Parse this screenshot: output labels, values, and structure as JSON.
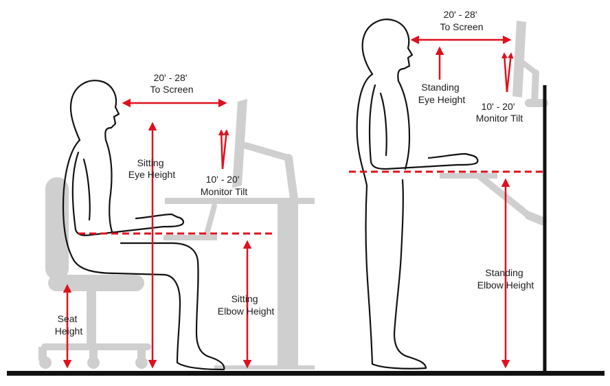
{
  "colors": {
    "accent": "#e0101c",
    "furniture": "#cfcfcf",
    "outline": "#111111",
    "floor": "#111111"
  },
  "sitting": {
    "distance_line1": "20' - 28'",
    "distance_line2": "To Screen",
    "eye_line1": "Sitting",
    "eye_line2": "Eye Height",
    "tilt_line1": "10' - 20'",
    "tilt_line2": "Monitor Tilt",
    "elbow_line1": "Sitting",
    "elbow_line2": "Elbow Height",
    "seat_line1": "Seat",
    "seat_line2": "Height"
  },
  "standing": {
    "distance_line1": "20' - 28'",
    "distance_line2": "To Screen",
    "eye_line1": "Standing",
    "eye_line2": "Eye Height",
    "tilt_line1": "10' - 20'",
    "tilt_line2": "Monitor Tilt",
    "elbow_line1": "Standing",
    "elbow_line2": "Elbow Height"
  }
}
